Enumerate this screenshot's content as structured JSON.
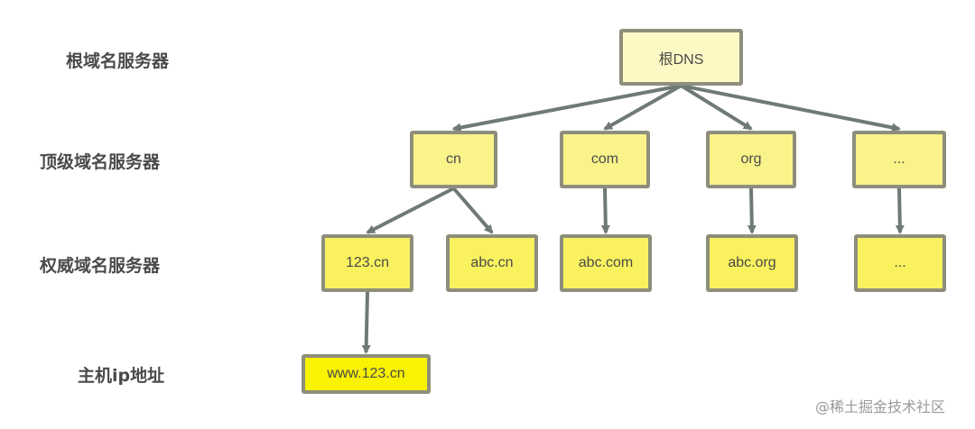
{
  "levels": {
    "root": "根域名服务器",
    "tld": "顶级域名服务器",
    "authoritative": "权威域名服务器",
    "host": "主机ip地址"
  },
  "nodes": {
    "root": "根DNS",
    "tld_cn": "cn",
    "tld_com": "com",
    "tld_org": "org",
    "tld_more": "...",
    "auth_123_cn": "123.cn",
    "auth_abc_cn": "abc.cn",
    "auth_abc_com": "abc.com",
    "auth_abc_org": "abc.org",
    "auth_more": "...",
    "host_www_123_cn": "www.123.cn"
  },
  "edges": [
    {
      "from": "root",
      "to": "tld_cn"
    },
    {
      "from": "root",
      "to": "tld_com"
    },
    {
      "from": "root",
      "to": "tld_org"
    },
    {
      "from": "root",
      "to": "tld_more"
    },
    {
      "from": "tld_cn",
      "to": "auth_123_cn"
    },
    {
      "from": "tld_cn",
      "to": "auth_abc_cn"
    },
    {
      "from": "tld_com",
      "to": "auth_abc_com"
    },
    {
      "from": "tld_org",
      "to": "auth_abc_org"
    },
    {
      "from": "tld_more",
      "to": "auth_more"
    },
    {
      "from": "auth_123_cn",
      "to": "host_www_123_cn"
    }
  ],
  "colors": {
    "edge": "#6f7a75",
    "node_border": "#8e8e7c",
    "root_fill": "#fdf9c4",
    "tld_fill": "#f9f38a",
    "auth_fill": "#f9f25e",
    "host_fill": "#f9f200"
  },
  "watermark": "@稀土掘金技术社区"
}
